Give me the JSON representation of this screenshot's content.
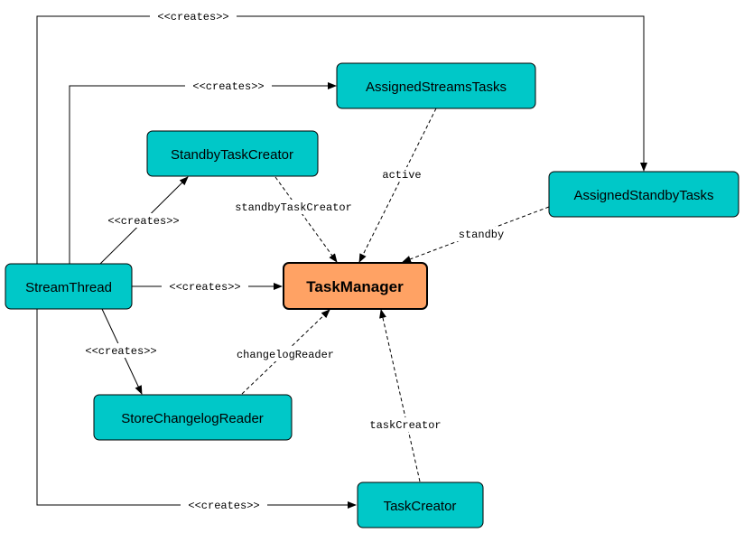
{
  "diagram": {
    "nodes": {
      "assigned_streams_tasks": "AssignedStreamsTasks",
      "standby_task_creator": "StandbyTaskCreator",
      "assigned_standby_tasks": "AssignedStandbyTasks",
      "stream_thread": "StreamThread",
      "task_manager": "TaskManager",
      "store_changelog_reader": "StoreChangelogReader",
      "task_creator": "TaskCreator"
    },
    "edges": {
      "creates": "<<creates>>",
      "active": "active",
      "standby": "standby",
      "standby_task_creator": "standbyTaskCreator",
      "changelog_reader": "changelogReader",
      "task_creator": "taskCreator"
    },
    "colors": {
      "node_fill": "#00C8C8",
      "central_fill": "#FFA264",
      "line": "#000000"
    }
  }
}
